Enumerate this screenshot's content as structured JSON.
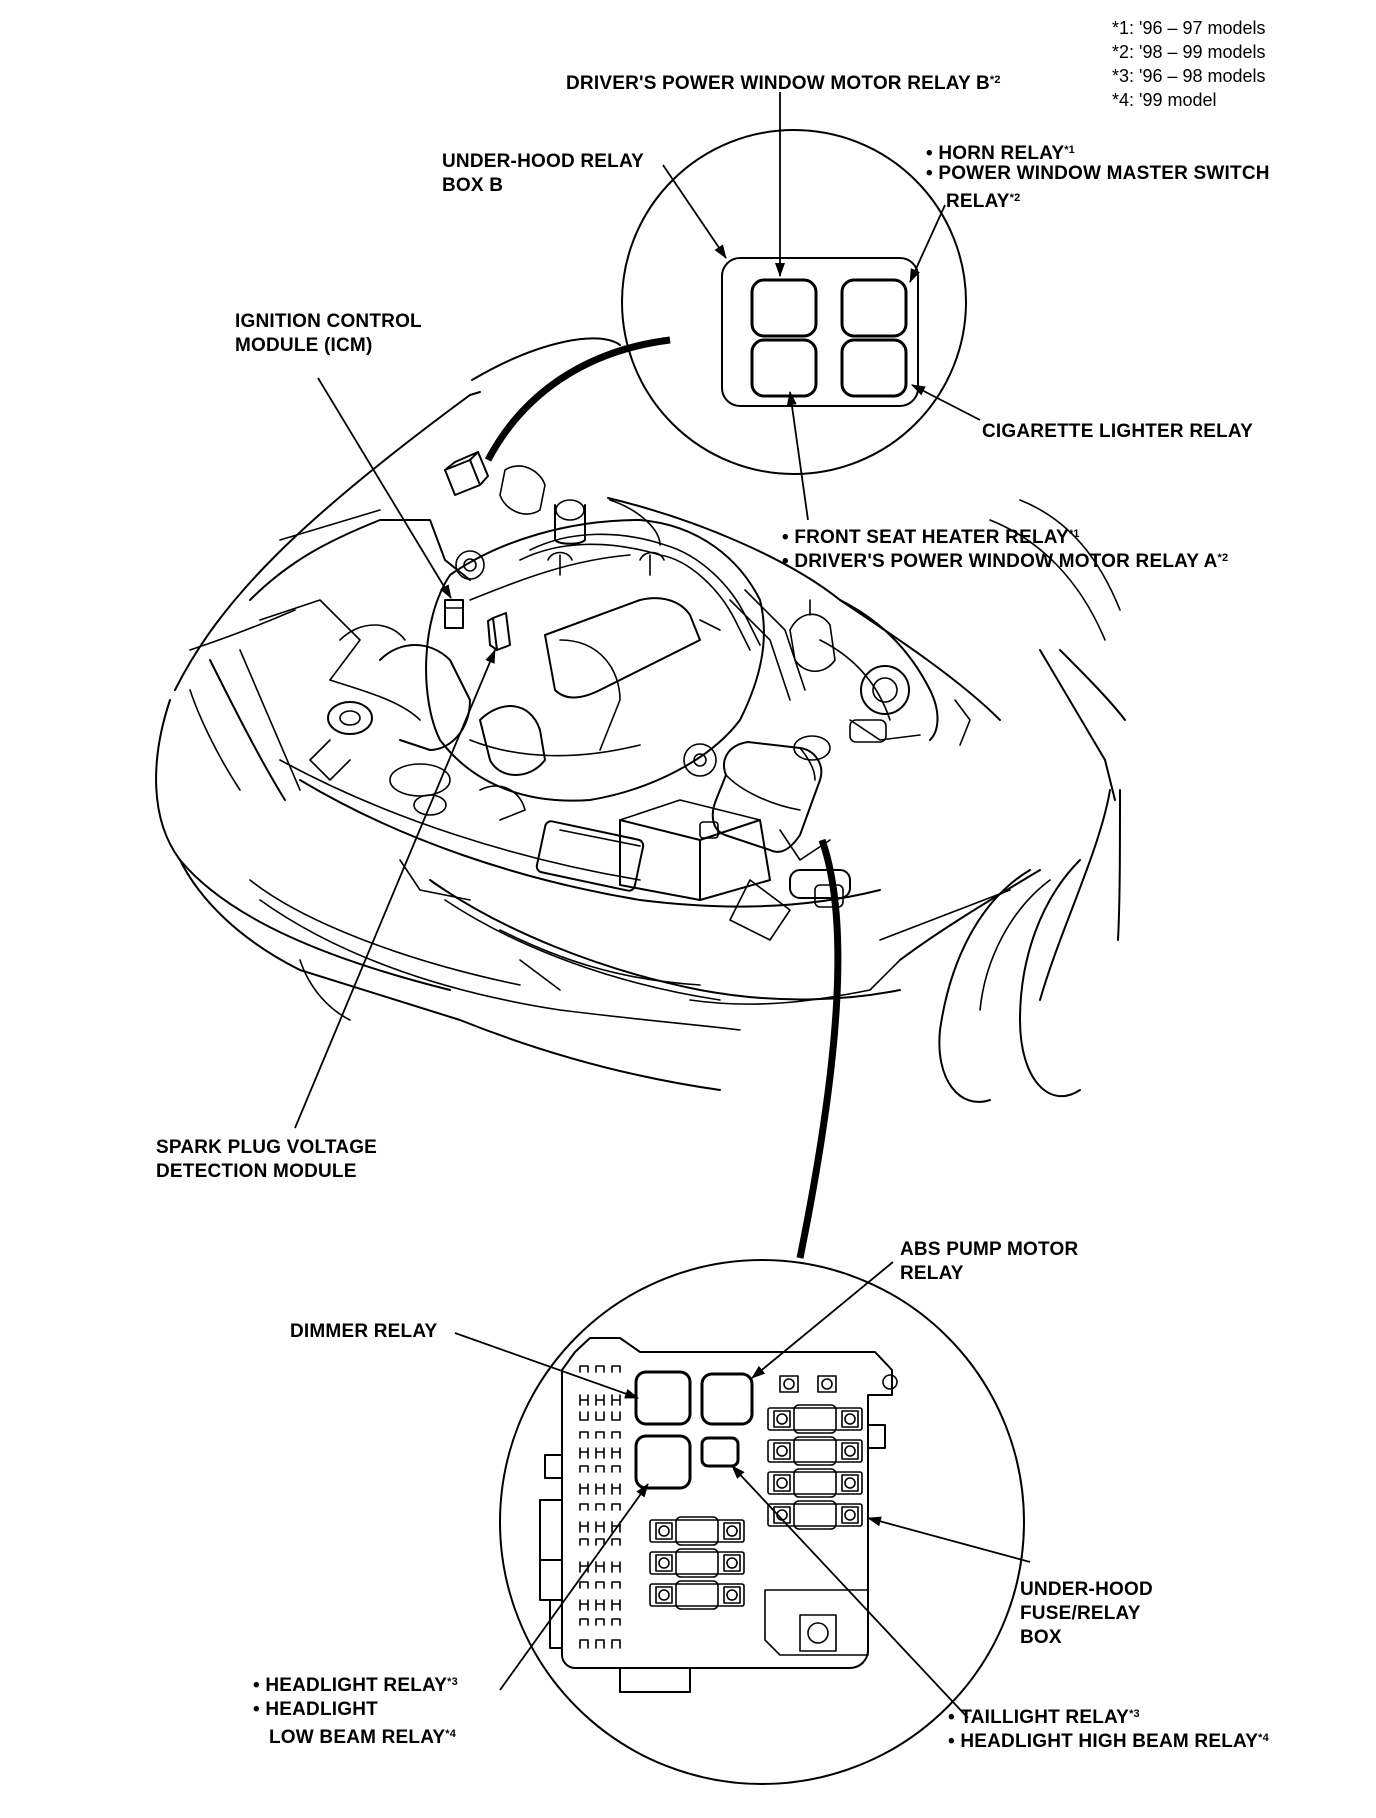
{
  "notes": [
    "*1: '96 – 97 models",
    "*2: '98 – 99 models",
    "*3: '96 – 98 models",
    "*4: '99 model"
  ],
  "labels": {
    "drivers_pw_relay_b": {
      "text": "DRIVER'S POWER WINDOW MOTOR RELAY B",
      "mark": "*2"
    },
    "underhood_relay_box_b": {
      "line1": "UNDER-HOOD RELAY",
      "line2": "BOX B"
    },
    "horn_relay": {
      "text": "• HORN RELAY",
      "mark": "*1"
    },
    "power_window_master_switch": {
      "line1": "• POWER WINDOW MASTER SWITCH",
      "line2": "RELAY",
      "mark": "*2"
    },
    "cigarette_lighter_relay": {
      "text": "CIGARETTE LIGHTER RELAY"
    },
    "front_seat_heater_relay": {
      "text": "• FRONT SEAT HEATER RELAY",
      "mark": "*1"
    },
    "drivers_pw_relay_a": {
      "text": "• DRIVER'S POWER WINDOW MOTOR RELAY A",
      "mark": "*2"
    },
    "icm": {
      "line1": "IGNITION CONTROL",
      "line2": "MODULE (ICM)"
    },
    "spark_plug": {
      "line1": "SPARK PLUG VOLTAGE",
      "line2": "DETECTION MODULE"
    },
    "abs_pump": {
      "line1": "ABS PUMP MOTOR",
      "line2": "RELAY"
    },
    "dimmer_relay": {
      "text": "DIMMER RELAY"
    },
    "underhood_fuse_box": {
      "line1": "UNDER-HOOD",
      "line2": "FUSE/RELAY",
      "line3": "BOX"
    },
    "headlight_relay": {
      "text": "• HEADLIGHT RELAY",
      "mark": "*3",
      "line2": "• HEADLIGHT",
      "line3": "LOW BEAM RELAY",
      "mark2": "*4"
    },
    "taillight_relay": {
      "text": "• TAILLIGHT RELAY",
      "mark": "*3"
    },
    "headlight_high_beam": {
      "text": "• HEADLIGHT HIGH BEAM RELAY",
      "mark": "*4"
    }
  }
}
